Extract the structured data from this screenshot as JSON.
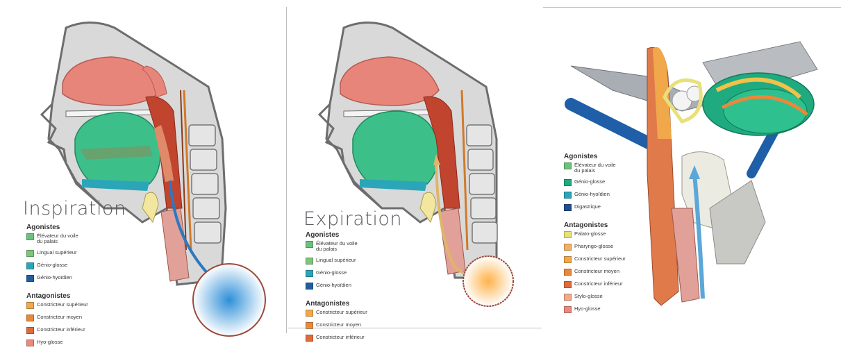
{
  "colors": {
    "elevateur": "#6dc27a",
    "lingual_sup": "#7fc47b",
    "genio_glosse": "#2aa6b8",
    "genio_hyoidien": "#1f5fa0",
    "constricteur_sup": "#f0a84a",
    "constricteur_moyen": "#e8893a",
    "constricteur_inf": "#e06a3c",
    "hyo_glosse": "#ea8a7a",
    "palato_glosse": "#e9e07a",
    "pharyngo_glosse": "#f2b066",
    "stylo_glosse": "#f4a98a",
    "digastrique": "#214f8e"
  },
  "panels": [
    {
      "title": "Inspiration",
      "agonistes_title": "Agonistes",
      "agonistes": [
        {
          "label": "Élévateur du voile\ndu palais",
          "color_key": "elevateur"
        },
        {
          "label": "Lingual supérieur",
          "color_key": "lingual_sup"
        },
        {
          "label": "Génio-glosse",
          "color_key": "genio_glosse"
        },
        {
          "label": "Génio-hyoïdien",
          "color_key": "genio_hyoidien"
        }
      ],
      "antagonistes_title": "Antagonistes",
      "antagonistes": [
        {
          "label": "Constricteur supérieur",
          "color_key": "constricteur_sup"
        },
        {
          "label": "Constricteur moyen",
          "color_key": "constricteur_moyen"
        },
        {
          "label": "Constricteur inférieur",
          "color_key": "constricteur_inf"
        },
        {
          "label": "Hyo-glosse",
          "color_key": "hyo_glosse"
        }
      ]
    },
    {
      "title": "Expiration",
      "agonistes_title": "Agonistes",
      "agonistes": [
        {
          "label": "Élévateur du voile\ndu palais",
          "color_key": "elevateur"
        },
        {
          "label": "Lingual supérieur",
          "color_key": "lingual_sup"
        },
        {
          "label": "Génio-glosse",
          "color_key": "genio_glosse"
        },
        {
          "label": "Génio-hyoïdien",
          "color_key": "genio_hyoidien"
        }
      ],
      "antagonistes_title": "Antagonistes",
      "antagonistes": [
        {
          "label": "Constricteur supérieur",
          "color_key": "constricteur_sup"
        },
        {
          "label": "Constricteur moyen",
          "color_key": "constricteur_moyen"
        },
        {
          "label": "Constricteur inférieur",
          "color_key": "constricteur_inf"
        }
      ]
    },
    {
      "title": "",
      "agonistes_title": "Agonistes",
      "agonistes": [
        {
          "label": "Élévateur du voile\ndu palais",
          "color_key": "elevateur"
        },
        {
          "label": "Génio-glosse",
          "color_key": "genio_glosse"
        },
        {
          "label": "Génio-hyoïdien",
          "color_key": "genio_glosse"
        },
        {
          "label": "Digastrique",
          "color_key": "digastrique"
        }
      ],
      "antagonistes_title": "Antagonistes",
      "antagonistes": [
        {
          "label": "Palato-glosse",
          "color_key": "palato_glosse"
        },
        {
          "label": "Pharyngo-glosse",
          "color_key": "pharyngo_glosse"
        },
        {
          "label": "Constricteur supérieur",
          "color_key": "constricteur_sup"
        },
        {
          "label": "Constricteur moyen",
          "color_key": "constricteur_moyen"
        },
        {
          "label": "Constricteur inférieur",
          "color_key": "constricteur_inf"
        },
        {
          "label": "Stylo-glosse",
          "color_key": "stylo_glosse"
        },
        {
          "label": "Hyo-glosse",
          "color_key": "hyo_glosse"
        }
      ]
    }
  ]
}
